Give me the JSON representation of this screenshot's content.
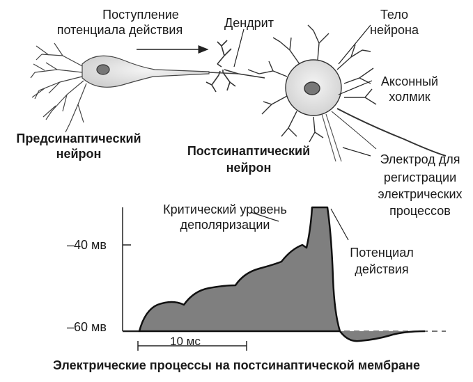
{
  "labels": {
    "arrival": [
      "Поступление",
      "потенциала действия"
    ],
    "dendrite": "Дендрит",
    "soma": [
      "Тело",
      "нейрона"
    ],
    "axon_hillock": [
      "Аксонный",
      "холмик"
    ],
    "presynaptic": [
      "Предсинаптический",
      "нейрон"
    ],
    "postsynaptic": [
      "Постсинаптический",
      "нейрон"
    ],
    "electrode": [
      "Электрод для",
      "регистрации",
      "электрических",
      "процессов"
    ],
    "threshold": [
      "Критический уровень",
      "деполяризации"
    ],
    "action_potential": [
      "Потенциал",
      "действия"
    ],
    "scale_bar": "10 мс",
    "caption": "Электрические процессы на постсинаптической мембране"
  },
  "chart_data": {
    "type": "area",
    "y_ticks": [
      "–40 мв",
      "–60 мв"
    ],
    "baseline_mv": -60,
    "threshold_mv": -40,
    "time_scale_ms": 10,
    "fill_color": "#7f7f7f"
  }
}
